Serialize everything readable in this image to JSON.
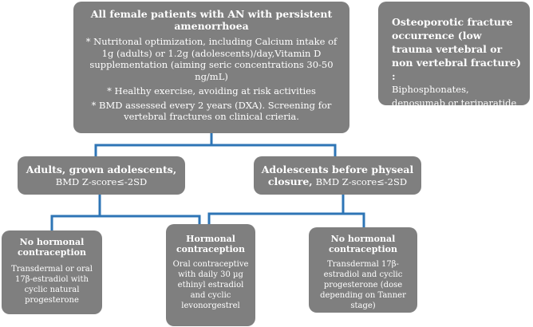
{
  "root": {
    "title": "All female patients with AN with persistent amenorrhoea",
    "bullets": [
      "* Nutritonal optimization, including Calcium intake of 1g (adults) or 1.2g (adolescents)/day,Vitamin D supplementation (aiming seric concentrations 30-50 ng/mL)",
      "* Healthy exercise, avoiding at risk activities",
      "* BMD assessed every 2 years (DXA). Screening for vertebral fractures on clinical crieria."
    ]
  },
  "side": {
    "title": "Osteoporotic fracture occurrence (low trauma vertebral or non vertebral fracture)  :",
    "body": "Biphosphonates, denosumab or teriparatide"
  },
  "adults": {
    "title": "Adults, grown adolescents,",
    "tail": "BMD Z-score≤-2SD"
  },
  "adolescents": {
    "title": "Adolescents before physeal closure,",
    "tail": "BMD Z-score≤-2SD"
  },
  "leaf_adults_no_hormonal": {
    "title": "No hormonal contraception",
    "body": "Transdermal or oral 17β-estradiol with cyclic natural progesterone"
  },
  "leaf_hormonal": {
    "title": "Hormonal contraception",
    "body": "Oral contraceptive with daily 30 µg ethinyl estradiol and cyclic levonorgestrel"
  },
  "leaf_adolescents_no_hormonal": {
    "title": "No hormonal contraception",
    "body": "Transdermal 17β-estradiol and cyclic progesterone (dose depending on Tanner stage)"
  },
  "colors": {
    "box_fill": "#7f7f7f",
    "connector": "#2e75b6",
    "text": "#ffffff"
  }
}
